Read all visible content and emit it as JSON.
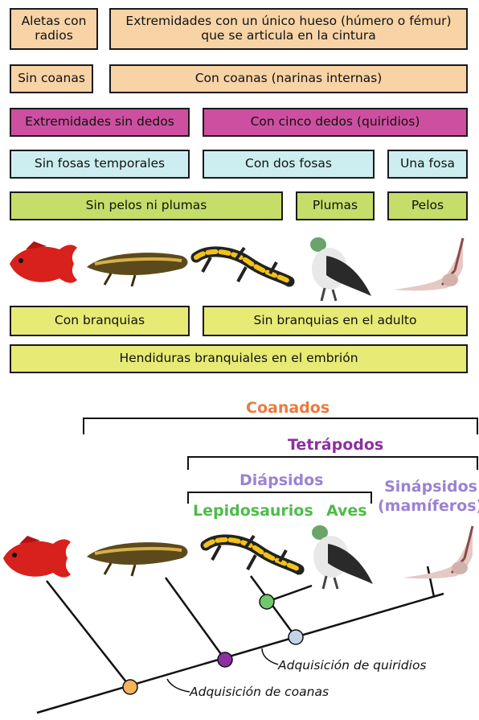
{
  "characters": [
    {
      "key": "aletas",
      "text": "Aletas con radios",
      "color": "#f7d3a6"
    },
    {
      "key": "extremidades_hueso",
      "text": "Extremidades con un único hueso (húmero o fémur) que se articula en la cintura",
      "color": "#f7d3a6"
    },
    {
      "key": "sin_coanas",
      "text": "Sin coanas",
      "color": "#f7d3a6"
    },
    {
      "key": "con_coanas",
      "text": "Con coanas (narinas internas)",
      "color": "#f7d3a6"
    },
    {
      "key": "sin_dedos",
      "text": "Extremidades sin dedos",
      "color": "#cd4fa0"
    },
    {
      "key": "cinco_dedos",
      "text": "Con cinco dedos (quiridios)",
      "color": "#cd4fa0"
    },
    {
      "key": "sin_fosas",
      "text": "Sin fosas temporales",
      "color": "#cdeef0"
    },
    {
      "key": "dos_fosas",
      "text": "Con dos fosas",
      "color": "#cdeef0"
    },
    {
      "key": "una_fosa",
      "text": "Una fosa",
      "color": "#cdeef0"
    },
    {
      "key": "sin_pelos",
      "text": "Sin pelos ni plumas",
      "color": "#c6dd6a"
    },
    {
      "key": "plumas",
      "text": "Plumas",
      "color": "#c6dd6a"
    },
    {
      "key": "pelos",
      "text": "Pelos",
      "color": "#c6dd6a"
    },
    {
      "key": "con_branquias",
      "text": "Con branquias",
      "color": "#e7ea74"
    },
    {
      "key": "sin_branquias",
      "text": "Sin branquias en el adulto",
      "color": "#e7ea74"
    },
    {
      "key": "hendiduras",
      "text": "Hendiduras branquiales en el embrión",
      "color": "#e7ea74"
    }
  ],
  "clades": {
    "coanados": {
      "text": "Coanados",
      "color": "#ec7a3c"
    },
    "tetrapodos": {
      "text": "Tetrápodos",
      "color": "#8d2fa0"
    },
    "diapsidos": {
      "text": "Diápsidos",
      "color": "#9b82d2"
    },
    "lepidosaurios": {
      "text": "Lepidosaurios",
      "color": "#4fbb4a"
    },
    "aves": {
      "text": "Aves",
      "color": "#4fbb4a"
    },
    "sinapsidos": {
      "text": "Sinápsidos (mamíferos)",
      "color": "#9b82d2"
    }
  },
  "annotations": {
    "quiridios": "Adquisición de quiridios",
    "coanas": "Adquisición de coanas"
  },
  "node_colors": {
    "coanas": "#f5b35c",
    "quiridios": "#8d2fa0",
    "diapsidos": "#c4d3ea",
    "aves": "#6fc86a"
  },
  "organisms": [
    "fish-icon",
    "lungfish-icon",
    "salamander-icon",
    "pigeon-icon",
    "bat-icon"
  ]
}
